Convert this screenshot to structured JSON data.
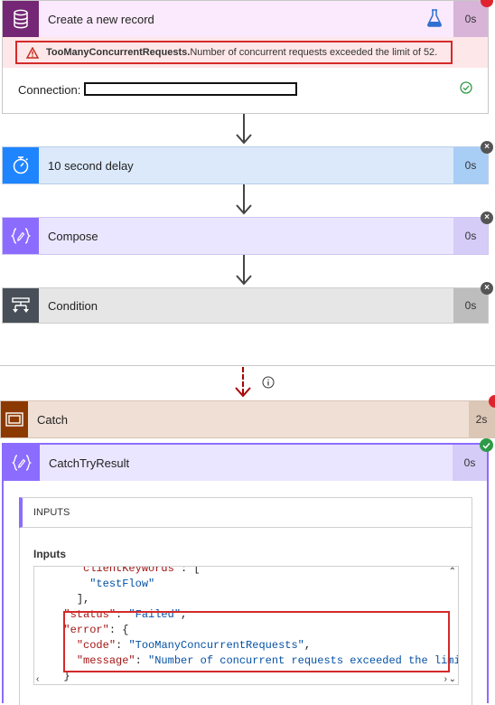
{
  "create_record": {
    "title": "Create a new record",
    "duration": "0s",
    "error_bold": "TooManyConcurrentRequests.",
    "error_text": " Number of concurrent requests exceeded the limit of 52.",
    "connection_label": "Connection:",
    "header_color": "#742774",
    "duration_bg": "#d8b4d8",
    "error_bg": "#fde7e9"
  },
  "delay": {
    "title": "10 second delay",
    "duration": "0s",
    "color": "#1f85ff",
    "bg": "#dbe9fa"
  },
  "compose": {
    "title": "Compose",
    "duration": "0s",
    "color": "#8c6cff",
    "bg": "#ebe6ff"
  },
  "condition": {
    "title": "Condition",
    "duration": "0s",
    "color": "#484f58",
    "bg": "#e1e1e1"
  },
  "catch": {
    "title": "Catch",
    "duration": "2s",
    "color": "#8c3900",
    "bg": "#efdfd4"
  },
  "catch_try_result": {
    "title": "CatchTryResult",
    "duration": "0s",
    "inputs_header": "INPUTS",
    "inputs_label": "Inputs",
    "code_lines": [
      {
        "indent": "    ",
        "key": "\"clientKeywords\"",
        "rest": ": ["
      },
      {
        "indent": "      ",
        "key": "",
        "str": "\"testFlow\"",
        "rest": ""
      },
      {
        "indent": "    ",
        "key": "",
        "rest": "],"
      },
      {
        "indent": "  ",
        "key": "\"status\"",
        "rest": ": ",
        "str": "\"Failed\"",
        "tail": ","
      },
      {
        "indent": "  ",
        "key": "\"error\"",
        "rest": ": {"
      },
      {
        "indent": "    ",
        "key": "\"code\"",
        "rest": ": ",
        "str": "\"TooManyConcurrentRequests\"",
        "tail": ","
      },
      {
        "indent": "    ",
        "key": "\"message\"",
        "rest": ": ",
        "str": "\"Number of concurrent requests exceeded the limit",
        "tail": ""
      },
      {
        "indent": "  ",
        "key": "",
        "rest": "}"
      }
    ]
  },
  "icons": {
    "database": "database-icon",
    "flask": "flask-icon",
    "warning": "warning-icon",
    "check": "check-circle-icon",
    "timer": "timer-icon",
    "compose": "compose-icon",
    "condition": "condition-icon",
    "scope": "scope-icon",
    "info": "info-icon",
    "close": "close-icon"
  }
}
